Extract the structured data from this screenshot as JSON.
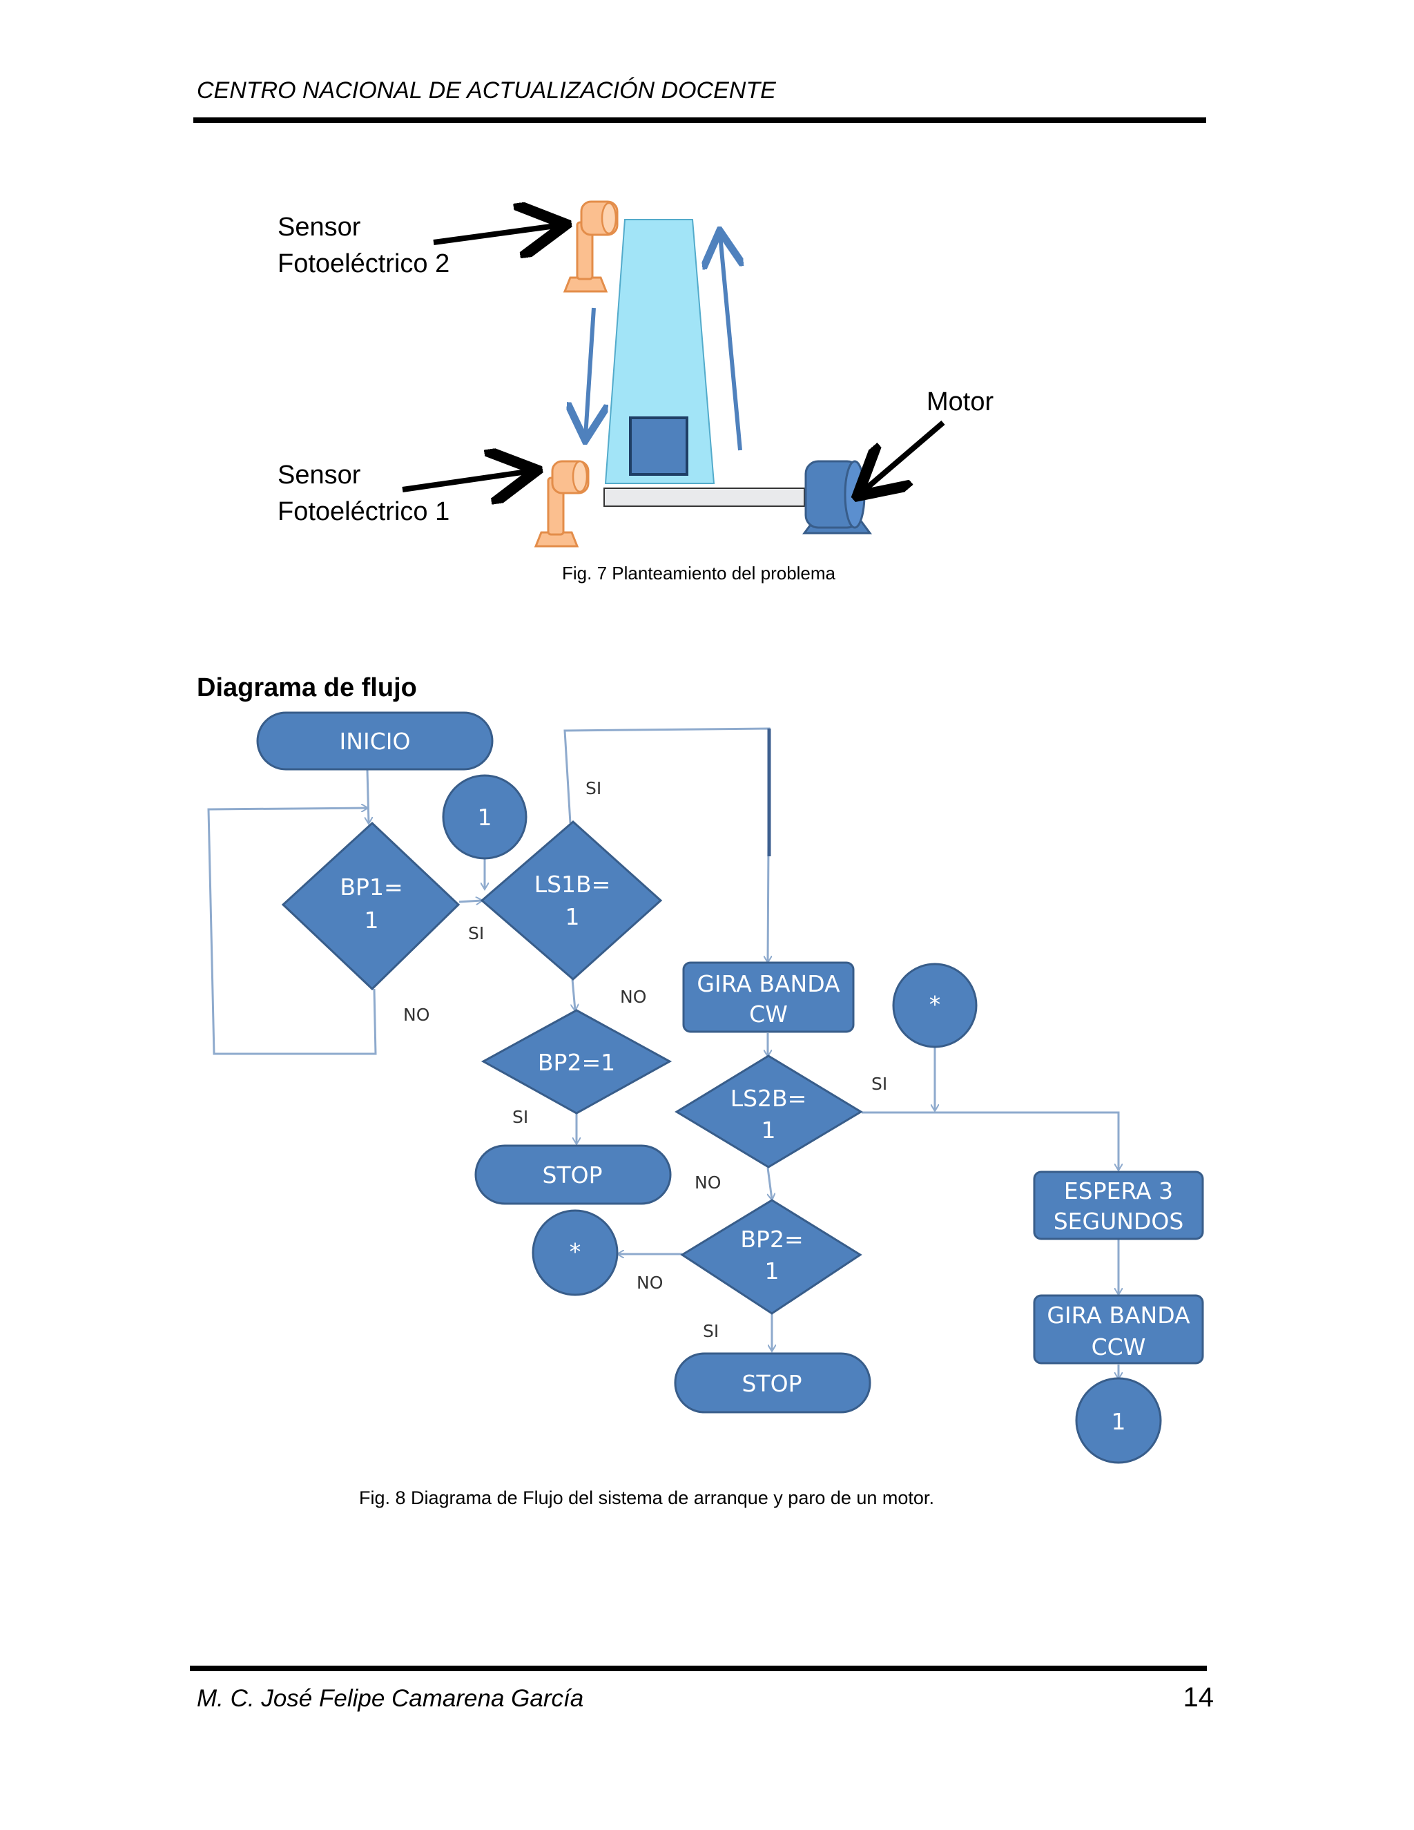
{
  "header": {
    "title": "CENTRO NACIONAL DE ACTUALIZACIÓN DOCENTE"
  },
  "figure7": {
    "sensor2_line1": "Sensor",
    "sensor2_line2": "Fotoeléctrico 2",
    "sensor1_line1": "Sensor",
    "sensor1_line2": "Fotoeléctrico 1",
    "motor_label": "Motor",
    "caption": "Fig. 7 Planteamiento del problema"
  },
  "section": {
    "title": "Diagrama de flujo"
  },
  "flowchart": {
    "inicio": "INICIO",
    "bp1_line1": "BP1=",
    "bp1_line2": "1",
    "connector_1_top": "1",
    "ls1b_line1": "LS1B=",
    "ls1b_line2": "1",
    "bp2a": "BP2=1",
    "stop_a": "STOP",
    "gira_cw_line1": "GIRA BANDA",
    "gira_cw_line2": "CW",
    "star_top": "*",
    "ls2b_line1": "LS2B=",
    "ls2b_line2": "1",
    "bp2b_line1": "BP2=",
    "bp2b_line2": "1",
    "star_left": "*",
    "stop_b": "STOP",
    "espera_line1": "ESPERA 3",
    "espera_line2": "SEGUNDOS",
    "gira_ccw_line1": "GIRA BANDA",
    "gira_ccw_line2": "CCW",
    "connector_1_bottom": "1",
    "label_si_top": "SI",
    "label_si_bp1": "SI",
    "label_no_bp1": "NO",
    "label_no_ls1b": "NO",
    "label_si_bp2a": "SI",
    "label_si_ls2b": "SI",
    "label_no_ls2b": "NO",
    "label_no_bp2b": "NO",
    "label_si_bp2b": "SI",
    "caption": "Fig. 8 Diagrama de Flujo del sistema de arranque y paro de un motor."
  },
  "colors": {
    "shape_fill": "#4f81bd",
    "shape_stroke": "#385d8a",
    "connector_line": "#8eaacd",
    "sensor_fill": "#fbbf8f",
    "sensor_stroke": "#e38d4a",
    "column_fill": "#9ee3f7"
  },
  "footer": {
    "author": "M. C. José Felipe Camarena García",
    "page_number": "14"
  }
}
